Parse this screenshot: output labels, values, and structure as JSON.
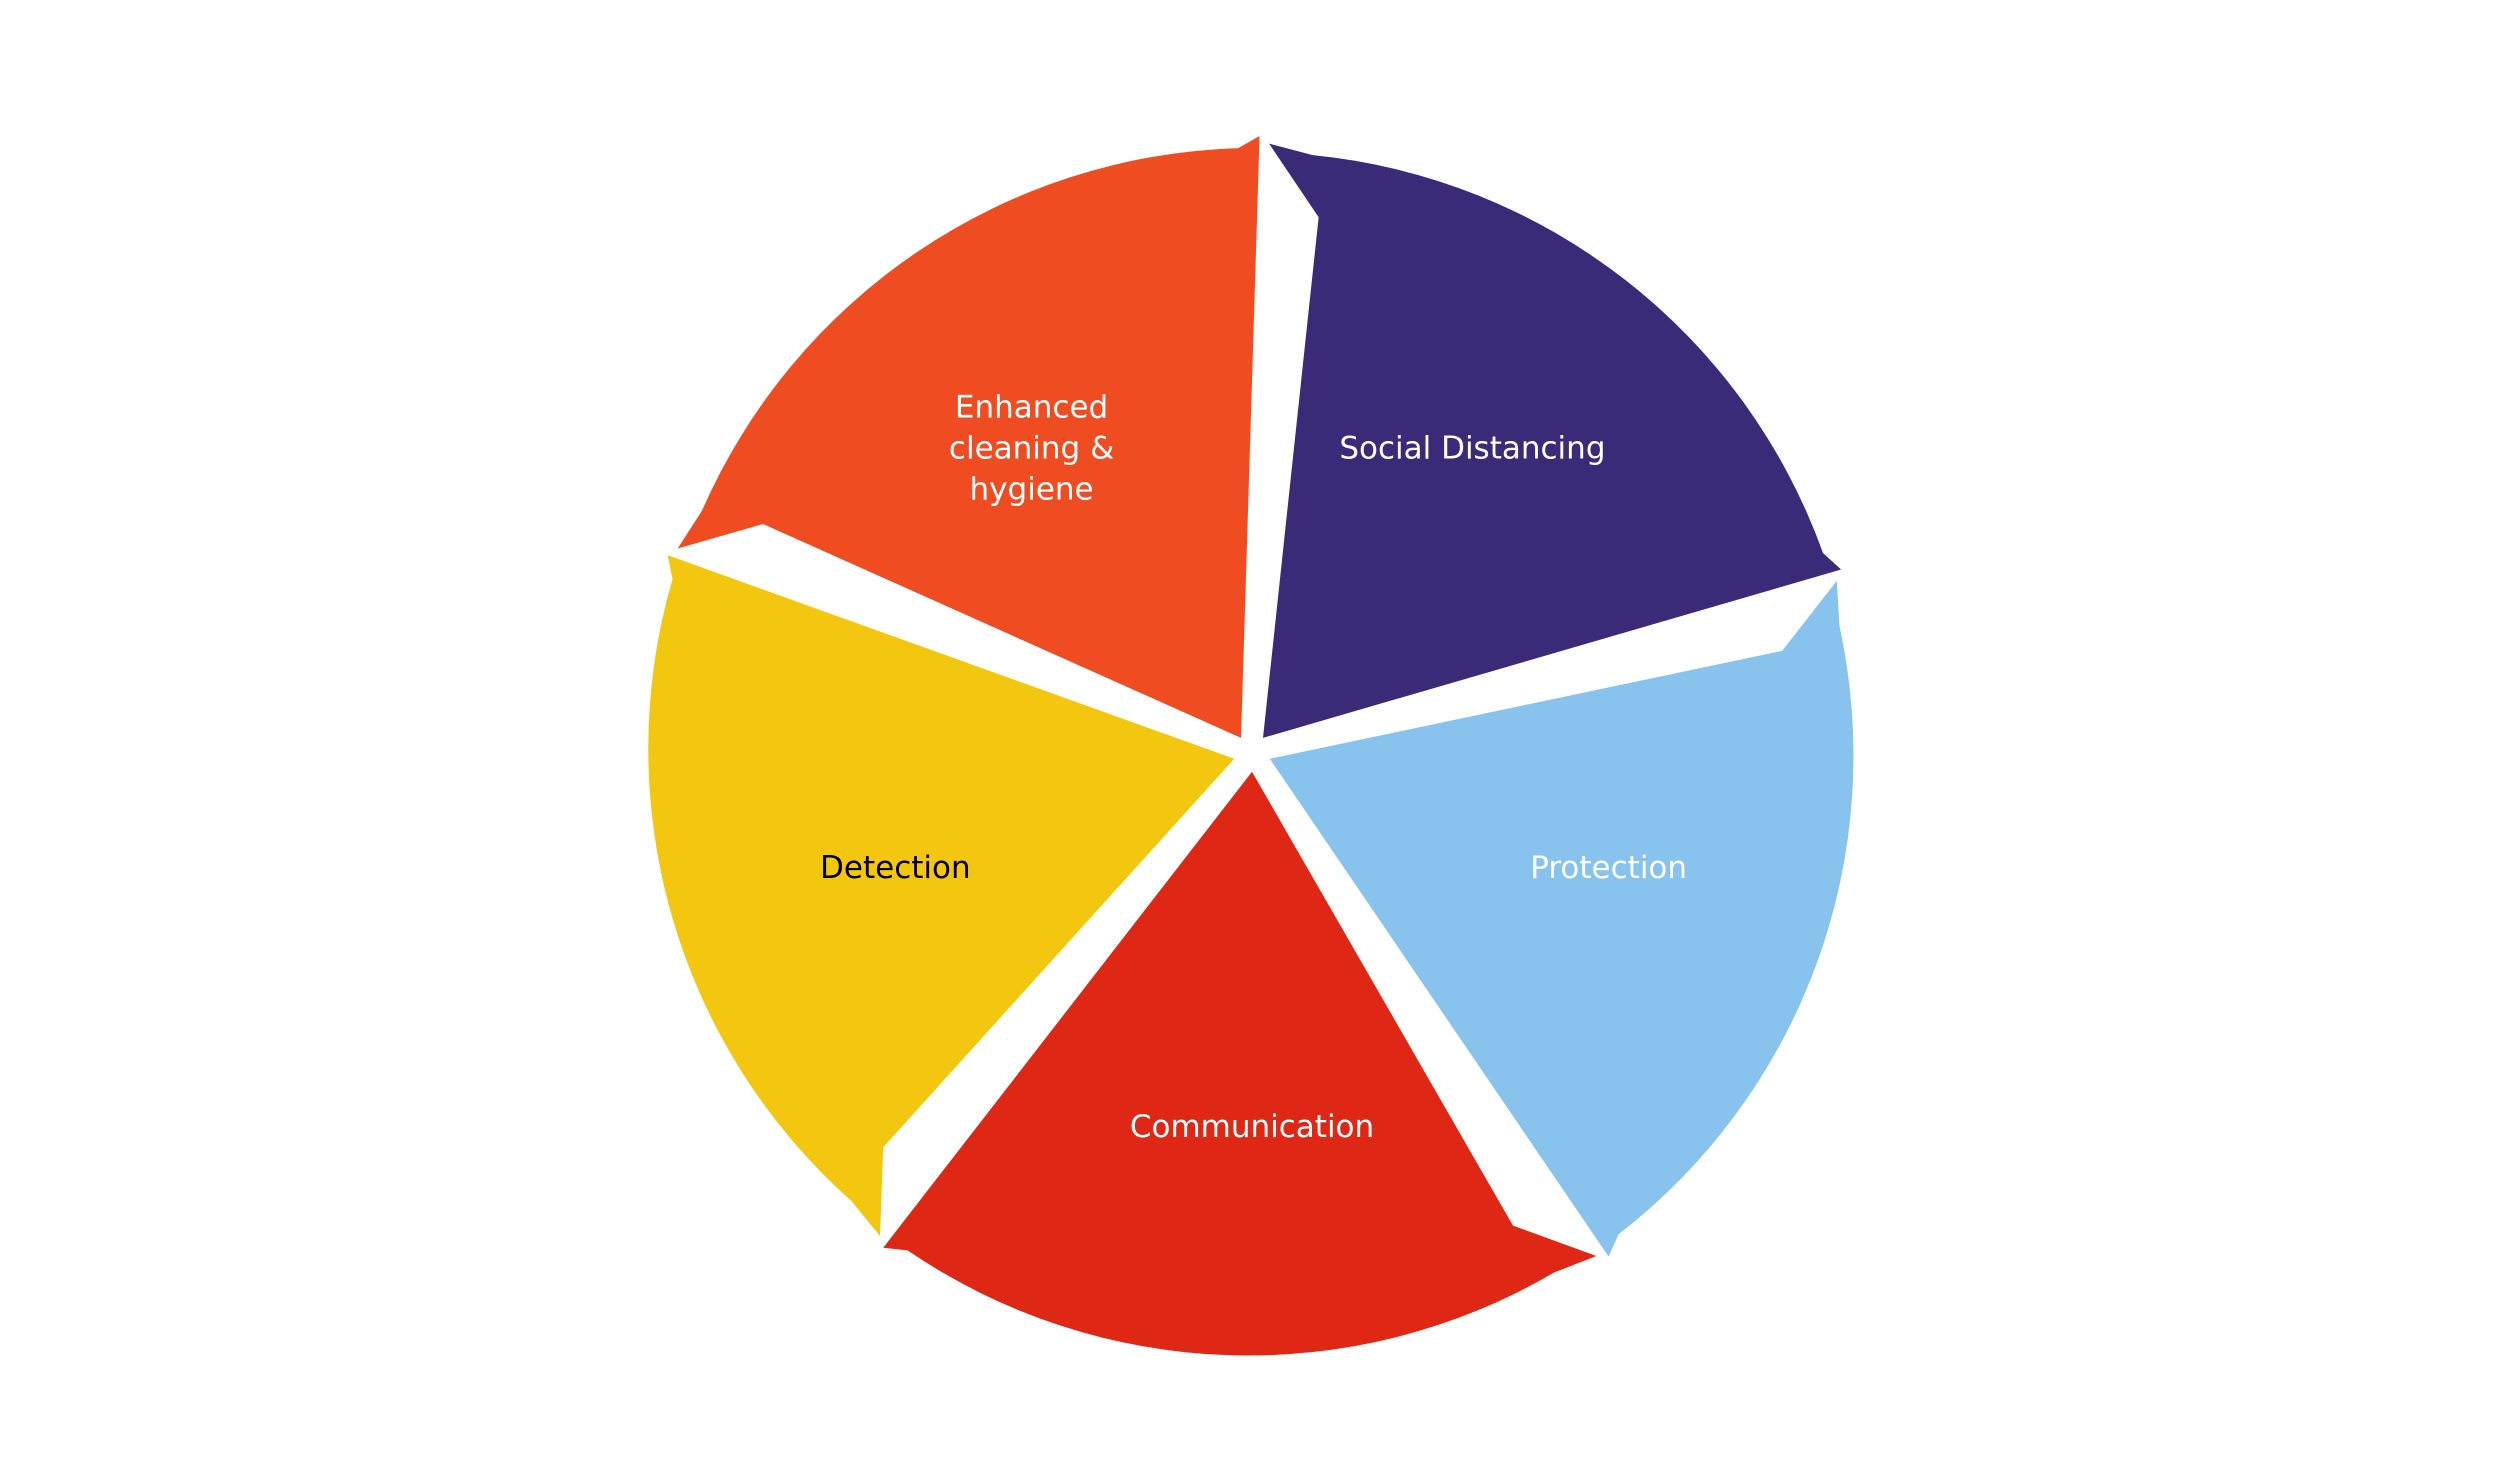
{
  "diagram": {
    "type": "segmented-cycle",
    "segments": [
      {
        "id": "social-distancing",
        "label": [
          "Social Distancing"
        ],
        "color": "#3b2a78",
        "text_color": "#ffffff"
      },
      {
        "id": "protection",
        "label": [
          "Protection"
        ],
        "color": "#87c3ec",
        "text_color": "#ffffff"
      },
      {
        "id": "communication",
        "label": [
          "Communication"
        ],
        "color": "#de2714",
        "text_color": "#ffffff"
      },
      {
        "id": "detection",
        "label": [
          "Detection"
        ],
        "color": "#f3c70f",
        "text_color": "#000000"
      },
      {
        "id": "enhanced-cleaning-hygiene",
        "label": [
          "Enhanced",
          "cleaning &",
          "hygiene"
        ],
        "color": "#ef4c22",
        "text_color": "#ffffff"
      }
    ]
  }
}
